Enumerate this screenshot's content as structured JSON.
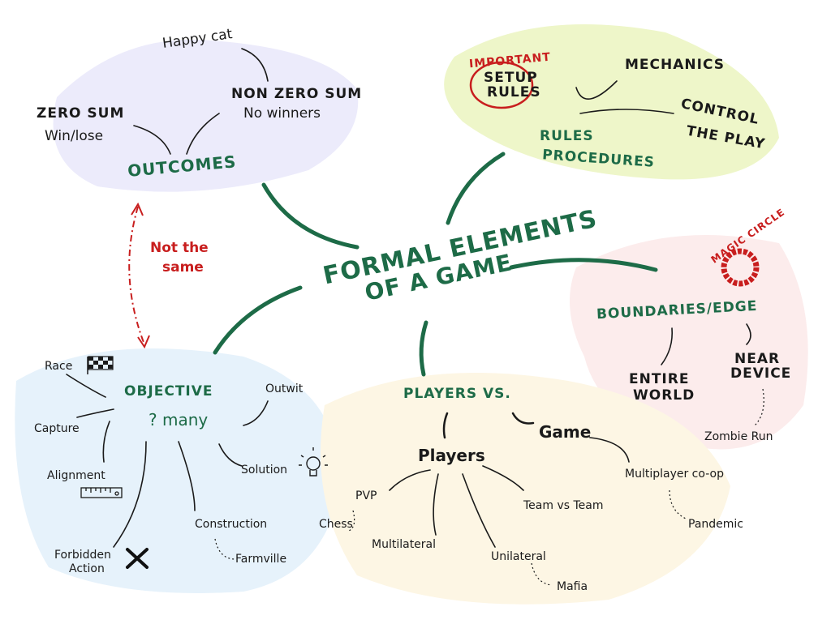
{
  "title": {
    "line1": "Formal Elements",
    "line2": "of a game"
  },
  "outcomes": {
    "label": "Outcomes",
    "happy_cat": "Happy cat",
    "non_zero_sum": "Non zero sum",
    "no_winners": "No winners",
    "zero_sum": "Zero sum",
    "win_lose": "Win/lose",
    "not_same_line1": "Not the",
    "not_same_line2": "same"
  },
  "rules": {
    "important": "Important",
    "setup_line1": "Setup",
    "setup_line2": "Rules",
    "mechanics": "Mechanics",
    "control_line1": "Control",
    "control_line2": "the play",
    "label_line1": "Rules",
    "label_line2": "Procedures"
  },
  "boundaries": {
    "magic_circle": "Magic circle",
    "label": "Boundaries/Edge",
    "entire_line1": "Entire",
    "entire_line2": "World",
    "near_line1": "Near",
    "near_line2": "Device",
    "zombie_run": "Zombie Run"
  },
  "players": {
    "label": "Players vs.",
    "players": "Players",
    "game": "Game",
    "pvp": "PVP",
    "chess": "Chess",
    "multilateral": "Multilateral",
    "unilateral": "Unilateral",
    "mafia": "Mafia",
    "team_vs_team": "Team vs Team",
    "coop": "Multiplayer co-op",
    "pandemic": "Pandemic"
  },
  "objective": {
    "label": "Objective",
    "many": "? many",
    "race": "Race",
    "capture": "Capture",
    "alignment": "Alignment",
    "forbidden_line1": "Forbidden",
    "forbidden_line2": "Action",
    "construction": "Construction",
    "farmville": "Farmville",
    "solution": "Solution",
    "outwit": "Outwit"
  },
  "colors": {
    "green": "#1d6b47",
    "red": "#c81e1e"
  }
}
